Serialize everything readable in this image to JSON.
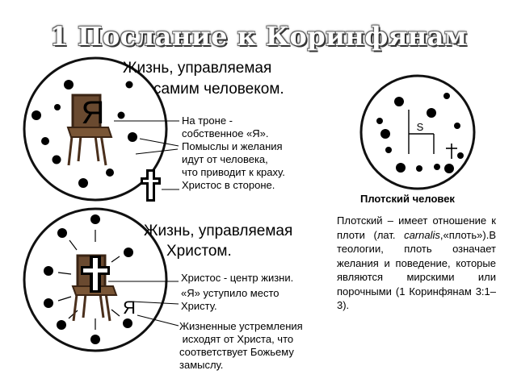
{
  "title": "1 Послание к Коринфянам",
  "self_life": {
    "heading": [
      "Жизнь, управляемая",
      "самим человеком."
    ],
    "self_letter": "Я",
    "notes": [
      "На троне -",
      "собственное «Я».",
      "Помыслы и желания",
      "идут от человека,",
      "что приводит к краху.",
      "Христос в стороне."
    ]
  },
  "christ_life": {
    "heading": [
      "Жизнь, управляемая",
      "Христом."
    ],
    "self_letter": "Я",
    "notes_1": [
      "Христос - центр жизни.",
      "«Я» уступило место",
      "Христу."
    ],
    "notes_2": [
      "Жизненные устремления",
      " исходят от Христа, что",
      "соответствует Божьему",
      "замыслу."
    ]
  },
  "carnal": {
    "s_letter": "S",
    "caption": "Плотский человек",
    "para_lead": "Плотский – имеет отношение к плоти (лат. ",
    "para_italic": "carnalis",
    "para_rest": ",«плоть»).В теологии, плоть означает желания и поведение, которые являются мирскими или порочными (1 Коринфянам 3:1–3)."
  }
}
